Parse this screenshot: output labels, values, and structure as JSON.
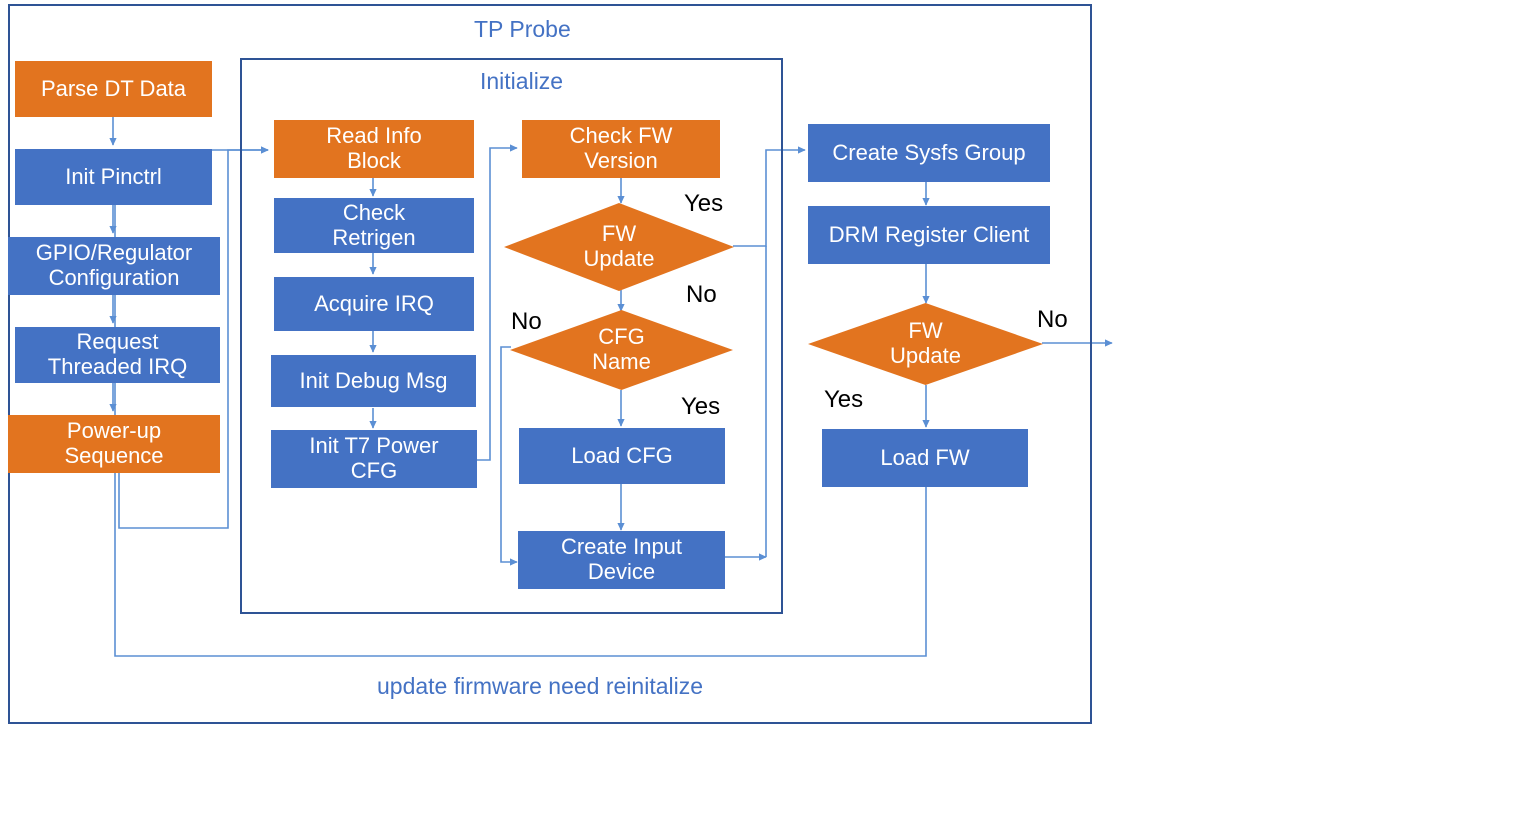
{
  "diagram": {
    "type": "flowchart",
    "title": "TP Probe",
    "subtitle": "Initialize",
    "caption": "update firmware need reinitalize",
    "colors": {
      "orange": "#E2741F",
      "blue": "#4472C4",
      "border": "#2E5395",
      "connector": "#5B8FD4",
      "title_text": "#4472C4",
      "label_text": "#000000"
    },
    "containers": [
      {
        "id": "tp-probe",
        "label": "TP Probe"
      },
      {
        "id": "initialize",
        "label": "Initialize"
      }
    ],
    "nodes": [
      {
        "id": "parse-dt-data",
        "label": "Parse DT Data",
        "shape": "process",
        "color": "orange"
      },
      {
        "id": "init-pinctrl",
        "label": "Init Pinctrl",
        "shape": "process",
        "color": "blue"
      },
      {
        "id": "gpio-regulator-config",
        "label": "GPIO/Regulator\nConfiguration",
        "shape": "process",
        "color": "blue"
      },
      {
        "id": "request-threaded-irq",
        "label": "Request\nThreaded IRQ",
        "shape": "process",
        "color": "blue"
      },
      {
        "id": "power-up-sequence",
        "label": "Power-up\nSequence",
        "shape": "process",
        "color": "orange"
      },
      {
        "id": "read-info-block",
        "label": "Read Info\nBlock",
        "shape": "process",
        "color": "orange"
      },
      {
        "id": "check-retrigen",
        "label": "Check\nRetrigen",
        "shape": "process",
        "color": "blue"
      },
      {
        "id": "acquire-irq",
        "label": "Acquire IRQ",
        "shape": "process",
        "color": "blue"
      },
      {
        "id": "init-debug-msg",
        "label": "Init Debug Msg",
        "shape": "process",
        "color": "blue"
      },
      {
        "id": "init-t7-power-cfg",
        "label": "Init T7 Power\nCFG",
        "shape": "process",
        "color": "blue"
      },
      {
        "id": "check-fw-version",
        "label": "Check FW\nVersion",
        "shape": "process",
        "color": "orange"
      },
      {
        "id": "fw-update-1",
        "label": "FW\nUpdate",
        "shape": "decision",
        "color": "orange"
      },
      {
        "id": "cfg-name",
        "label": "CFG\nName",
        "shape": "decision",
        "color": "orange"
      },
      {
        "id": "load-cfg",
        "label": "Load CFG",
        "shape": "process",
        "color": "blue"
      },
      {
        "id": "create-input-device",
        "label": "Create Input\nDevice",
        "shape": "process",
        "color": "blue"
      },
      {
        "id": "create-sysfs-group",
        "label": "Create Sysfs Group",
        "shape": "process",
        "color": "blue"
      },
      {
        "id": "drm-register-client",
        "label": "DRM Register Client",
        "shape": "process",
        "color": "blue"
      },
      {
        "id": "fw-update-2",
        "label": "FW\nUpdate",
        "shape": "decision",
        "color": "orange"
      },
      {
        "id": "load-fw",
        "label": "Load FW",
        "shape": "process",
        "color": "blue"
      }
    ],
    "edge_labels": [
      {
        "id": "fw-update-1-yes",
        "label": "Yes",
        "from": "fw-update-1",
        "branch": "yes"
      },
      {
        "id": "fw-update-1-no",
        "label": "No",
        "from": "fw-update-1",
        "branch": "no"
      },
      {
        "id": "cfg-name-no",
        "label": "No",
        "from": "cfg-name",
        "branch": "no"
      },
      {
        "id": "cfg-name-yes",
        "label": "Yes",
        "from": "cfg-name",
        "branch": "yes"
      },
      {
        "id": "fw-update-2-no",
        "label": "No",
        "from": "fw-update-2",
        "branch": "no"
      },
      {
        "id": "fw-update-2-yes",
        "label": "Yes",
        "from": "fw-update-2",
        "branch": "yes"
      }
    ],
    "edges": [
      {
        "from": "parse-dt-data",
        "to": "init-pinctrl"
      },
      {
        "from": "init-pinctrl",
        "to": "gpio-regulator-config"
      },
      {
        "from": "gpio-regulator-config",
        "to": "request-threaded-irq"
      },
      {
        "from": "request-threaded-irq",
        "to": "power-up-sequence"
      },
      {
        "from": "power-up-sequence",
        "to": "read-info-block"
      },
      {
        "from": "read-info-block",
        "to": "check-retrigen"
      },
      {
        "from": "check-retrigen",
        "to": "acquire-irq"
      },
      {
        "from": "acquire-irq",
        "to": "init-debug-msg"
      },
      {
        "from": "init-debug-msg",
        "to": "init-t7-power-cfg"
      },
      {
        "from": "init-t7-power-cfg",
        "to": "check-fw-version"
      },
      {
        "from": "check-fw-version",
        "to": "fw-update-1"
      },
      {
        "from": "fw-update-1",
        "to": "create-sysfs-group",
        "label": "Yes"
      },
      {
        "from": "fw-update-1",
        "to": "cfg-name",
        "label": "No"
      },
      {
        "from": "cfg-name",
        "to": "load-cfg",
        "label": "Yes"
      },
      {
        "from": "cfg-name",
        "to": "create-input-device",
        "label": "No"
      },
      {
        "from": "load-cfg",
        "to": "create-input-device"
      },
      {
        "from": "create-input-device",
        "to": "create-sysfs-group"
      },
      {
        "from": "create-sysfs-group",
        "to": "drm-register-client"
      },
      {
        "from": "drm-register-client",
        "to": "fw-update-2"
      },
      {
        "from": "fw-update-2",
        "to": "load-fw",
        "label": "Yes"
      },
      {
        "from": "fw-update-2",
        "to": "exit",
        "label": "No"
      },
      {
        "from": "load-fw",
        "to": "read-info-block",
        "label": "update firmware need reinitalize"
      }
    ]
  }
}
